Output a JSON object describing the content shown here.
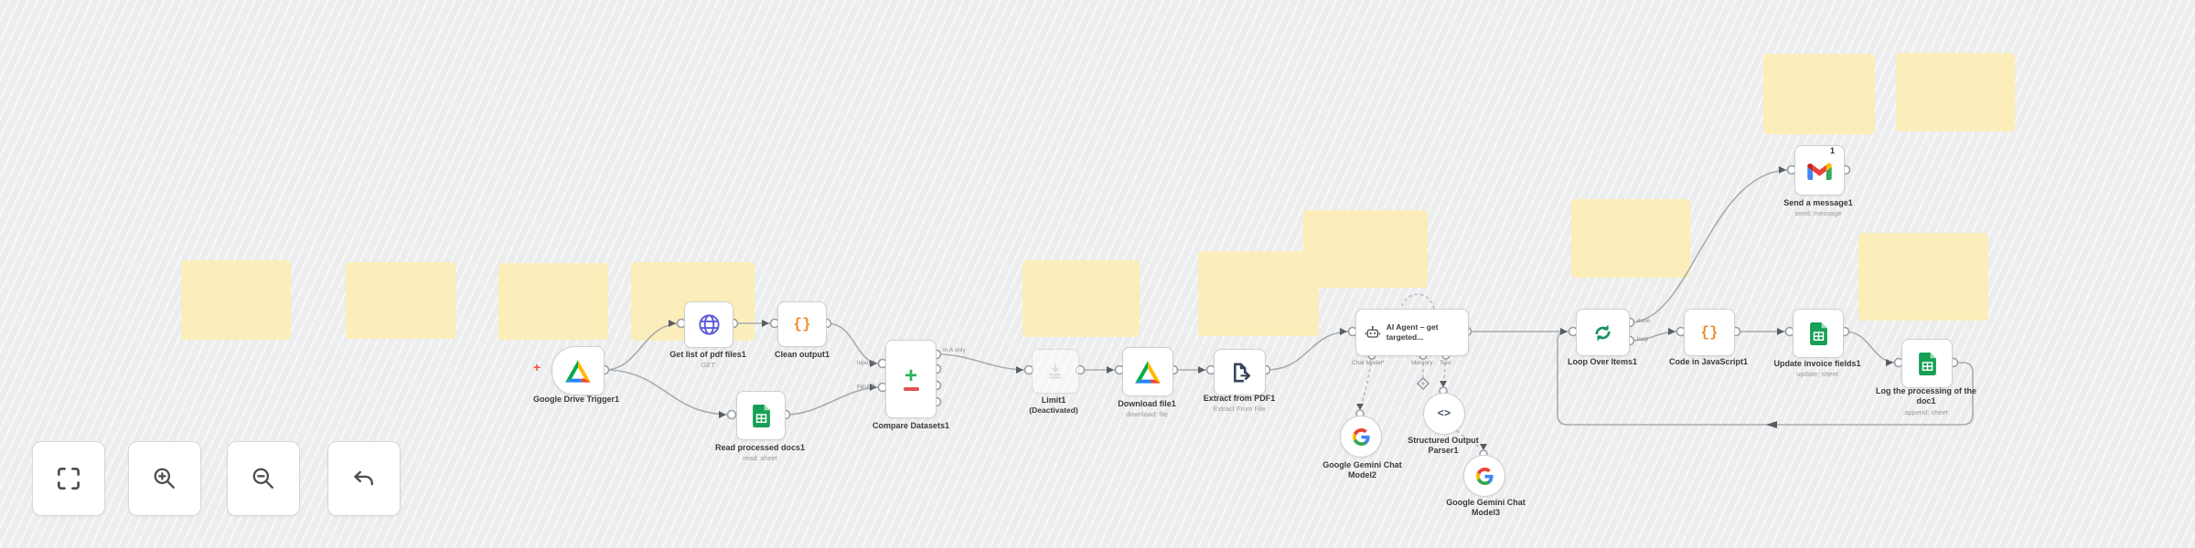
{
  "canvas": {
    "background": "#eff0f1"
  },
  "colors": {
    "sticky": "#fbeeba",
    "node_border": "#cfcfcf",
    "edge": "#a8abae",
    "code_orange": "#ef8b2d",
    "loop_green": "#17915a",
    "plus_green": "#25b35c",
    "minus_red": "#e05252",
    "trigger_marker_red": "#f4503a"
  },
  "controls": {
    "icons": [
      "fit-view-icon",
      "zoom-in-icon",
      "zoom-out-icon",
      "undo-icon"
    ]
  },
  "workflow": {
    "trigger_marker": "+",
    "nodes": {
      "google_drive_trigger": {
        "title": "Google Drive Trigger1",
        "icon": "google-drive-icon"
      },
      "get_list_of_pdf_files": {
        "title": "Get list of pdf files1",
        "subtitle": "GET",
        "icon": "globe-icon"
      },
      "clean_output": {
        "title": "Clean output1",
        "icon": "curly-braces-icon",
        "glyph": "{}"
      },
      "read_processed_docs": {
        "title": "Read processed docs1",
        "subtitle": "read: sheet",
        "icon": "google-sheets-icon"
      },
      "compare_datasets": {
        "title": "Compare Datasets1",
        "icon": "plus-minus-icon",
        "plus_glyph": "+",
        "input_a": "Input A",
        "input_b": "Input B",
        "output_1": "In A only"
      },
      "limit": {
        "title": "Limit1",
        "status": "(Deactivated)",
        "icon": "limit-icon"
      },
      "download_file": {
        "title": "Download file1",
        "subtitle": "download: file",
        "icon": "google-drive-icon"
      },
      "extract_from_pdf": {
        "title": "Extract from PDF1",
        "subtitle": "Extract From File",
        "icon": "file-extract-icon"
      },
      "ai_agent": {
        "title": "AI Agent – get targeted...",
        "icon": "robot-icon",
        "port_chat_model": "Chat Model",
        "port_required": "*",
        "port_memory": "Memory",
        "port_tool": "Tool"
      },
      "loop_over_items": {
        "title": "Loop Over Items1",
        "icon": "loop-icon",
        "output_done": "done",
        "output_loop": "loop"
      },
      "code_in_javascript": {
        "title": "Code in JavaScript1",
        "icon": "curly-braces-icon",
        "glyph": "{}"
      },
      "update_invoice_fields": {
        "title": "Update invoice fields1",
        "subtitle": "update: sheet",
        "icon": "google-sheets-icon"
      },
      "log_processing": {
        "title": "Log the processing of the doc1",
        "subtitle": "append: sheet",
        "icon": "google-sheets-icon"
      },
      "send_a_message": {
        "title": "Send a message1",
        "subtitle": "send: message",
        "badge": "1",
        "icon": "gmail-icon"
      },
      "gemini_model_2": {
        "title": "Google Gemini Chat Model2",
        "icon": "google-icon"
      },
      "structured_output_parser": {
        "title": "Structured Output Parser1",
        "icon": "angle-brackets-icon",
        "glyph": "<>"
      },
      "gemini_model_3": {
        "title": "Google Gemini Chat Model3",
        "icon": "google-icon"
      }
    }
  }
}
